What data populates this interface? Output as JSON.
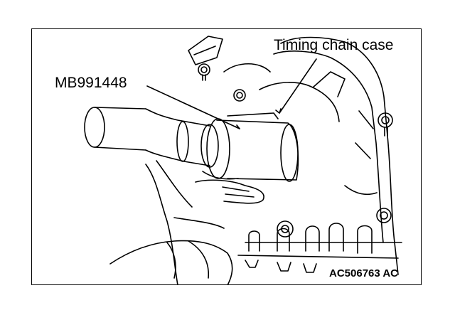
{
  "labels": {
    "case": "Timing chain case",
    "tool": "MB991448",
    "code": "AC506763 AC"
  }
}
